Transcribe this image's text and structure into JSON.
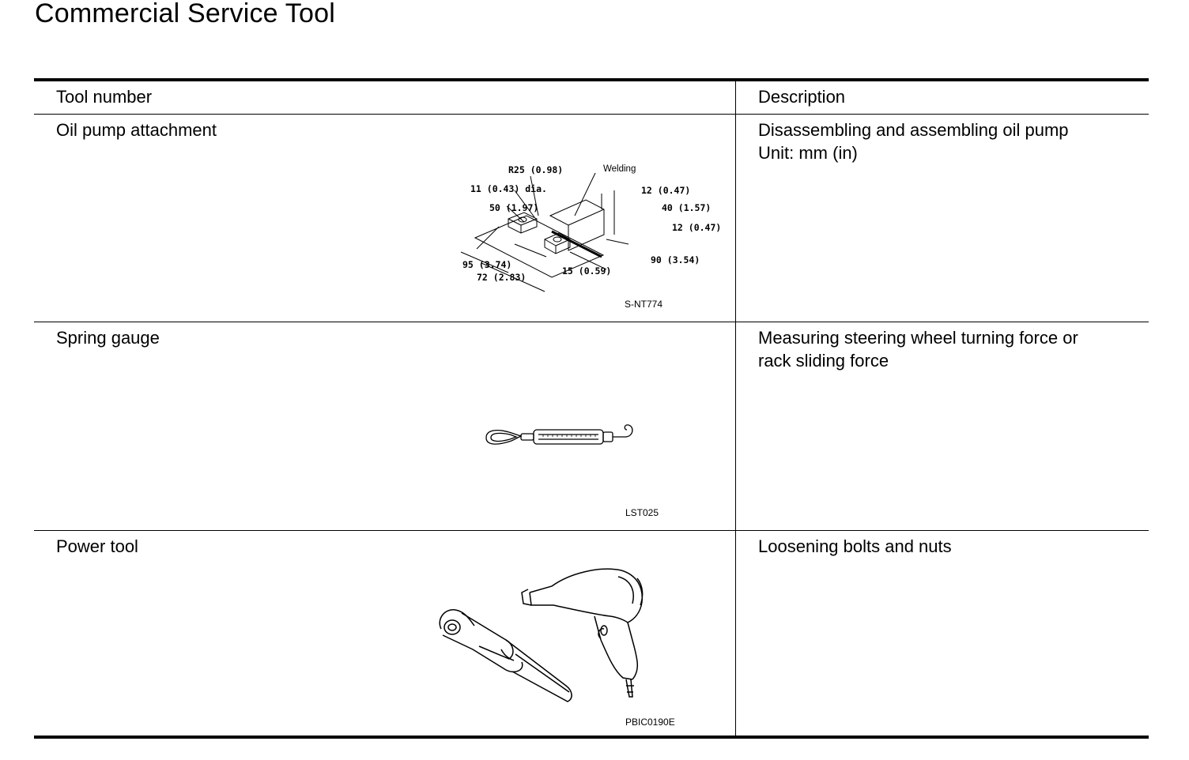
{
  "page": {
    "title": "Commercial Service Tool"
  },
  "table": {
    "headers": {
      "tool_number": "Tool number",
      "description": "Description"
    },
    "rows": [
      {
        "tool": "Oil pump attachment",
        "description": "Disassembling and assembling oil pump\nUnit: mm (in)",
        "figure_code": "S-NT774",
        "dimensions": {
          "r25": "R25  (0.98)",
          "welding": "Welding",
          "d11": "11  (0.43)  dia.",
          "d12a": "12  (0.47)",
          "d50": "50  (1.97)",
          "d40": "40  (1.57)",
          "d12b": "12  (0.47)",
          "d90": "90  (3.54)",
          "d95": "95  (3.74)",
          "d72": "72  (2.83)",
          "d15": "15  (0.59)"
        }
      },
      {
        "tool": "Spring gauge",
        "description": "Measuring steering wheel turning force or\nrack sliding force",
        "figure_code": "LST025"
      },
      {
        "tool": "Power tool",
        "description": "Loosening bolts and nuts",
        "figure_code": "PBIC0190E"
      }
    ]
  }
}
